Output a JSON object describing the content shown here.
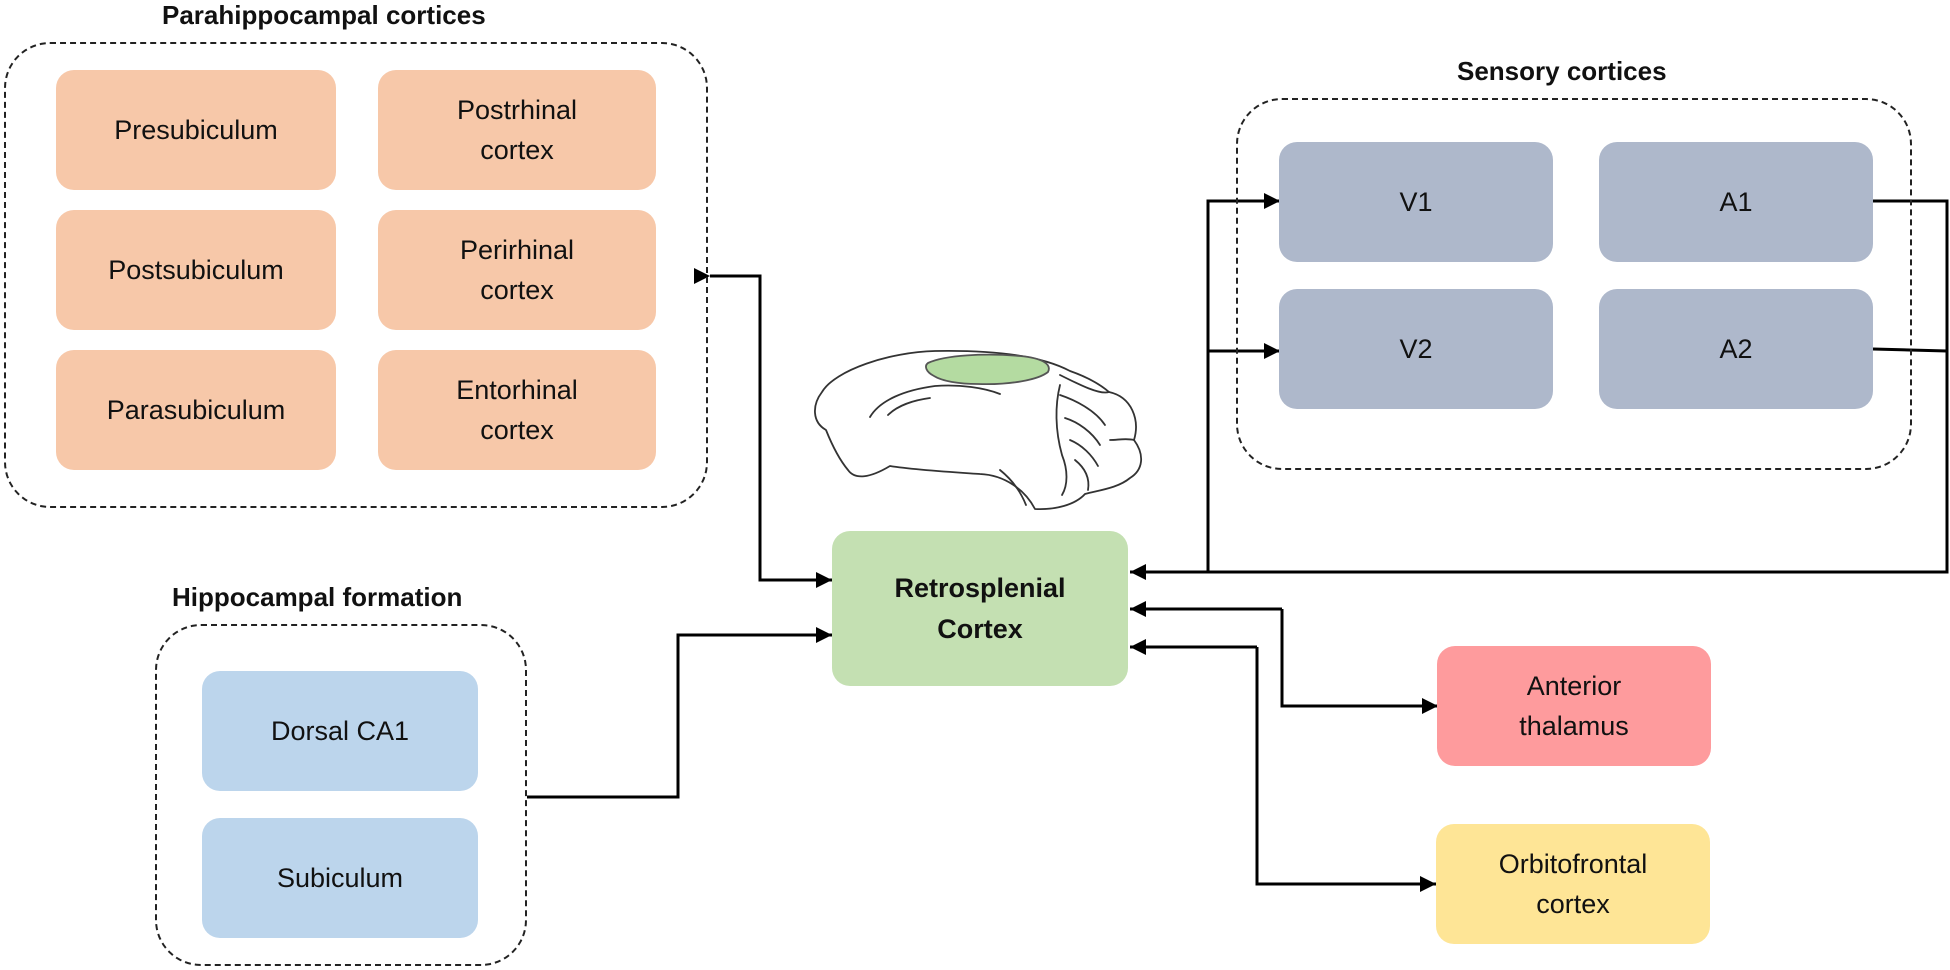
{
  "groups": {
    "parahippocampal": {
      "title": "Parahippocampal cortices",
      "items": [
        "Presubiculum",
        "Postrhinal cortex",
        "Postsubiculum",
        "Perirhinal cortex",
        "Parasubiculum",
        "Entorhinal cortex"
      ]
    },
    "sensory": {
      "title": "Sensory cortices",
      "items": [
        "V1",
        "A1",
        "V2",
        "A2"
      ]
    },
    "hippocampal": {
      "title": "Hippocampal formation",
      "items": [
        "Dorsal CA1",
        "Subiculum"
      ]
    }
  },
  "hub": {
    "label": "Retrosplenial Cortex"
  },
  "outputs": {
    "anterior_thalamus": "Anterior thalamus",
    "orbitofrontal": "Orbitofrontal cortex"
  },
  "colors": {
    "parahippocampal": "#f7c8a9",
    "sensory": "#aeb8cb",
    "hippocampal": "#bcd5ec",
    "retrosplenial": "#c4e0b2",
    "anterior_thalamus": "#fe9b9d",
    "orbitofrontal": "#fee596",
    "brain_highlight": "#b4dba1"
  },
  "icons": {
    "brain": "rat-brain-sagittal-icon"
  }
}
